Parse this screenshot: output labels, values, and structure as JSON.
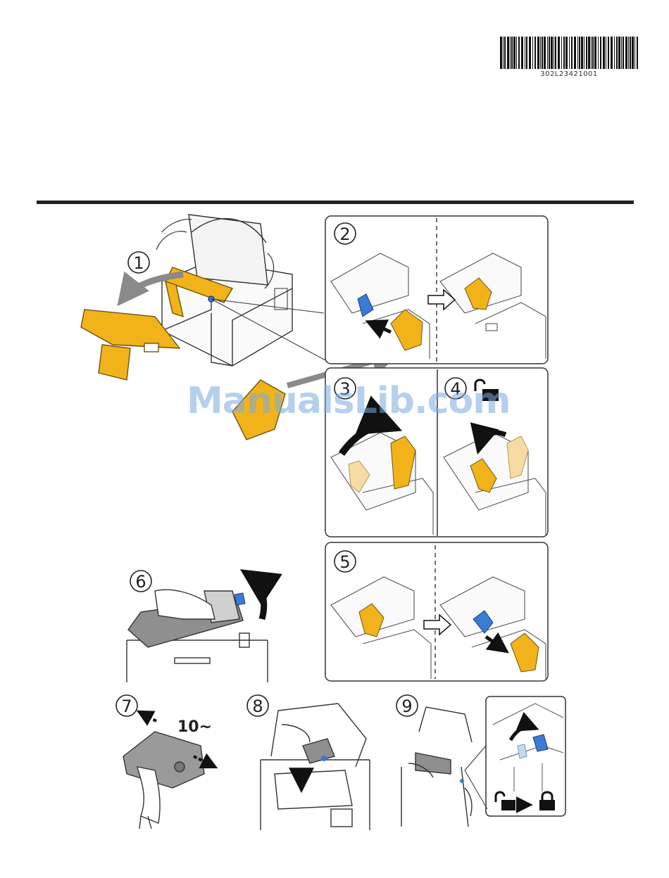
{
  "barcode": {
    "text": "302L23421001"
  },
  "watermark": {
    "text": "ManualsLib.com"
  },
  "steps": [
    "1",
    "2",
    "3",
    "4",
    "5",
    "6",
    "7",
    "8",
    "9"
  ],
  "shake_label": "10~",
  "colors": {
    "orange": "#f2b31a",
    "blue": "#3a7bd5",
    "rule": "#222222",
    "line": "#333333"
  },
  "icons": {
    "unlock": "unlock-icon",
    "lock": "lock-icon",
    "arrow_right": "arrow-right-icon"
  }
}
